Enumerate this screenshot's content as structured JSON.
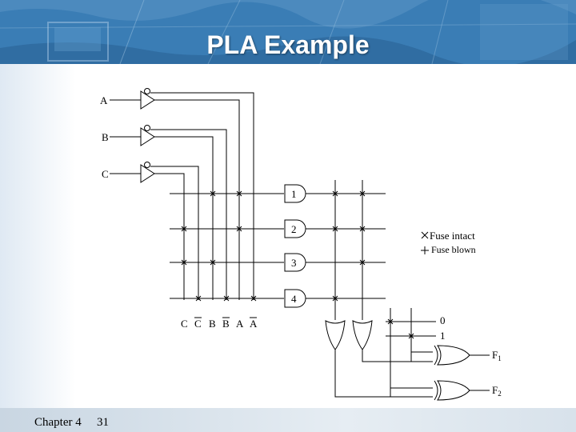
{
  "header": {
    "title": "PLA Example"
  },
  "inputs": [
    "A",
    "B",
    "C"
  ],
  "column_labels": [
    "C",
    "C",
    "B",
    "B",
    "A",
    "A"
  ],
  "product_terms": [
    "1",
    "2",
    "3",
    "4"
  ],
  "or_outputs": [
    "0",
    "1"
  ],
  "outputs": {
    "f1": "F",
    "f1_sub": "1",
    "f2": "F",
    "f2_sub": "2"
  },
  "legend": {
    "intact": "Fuse intact",
    "blown": "Fuse blown"
  },
  "footer": {
    "chapter": "Chapter 4",
    "page": "31"
  }
}
